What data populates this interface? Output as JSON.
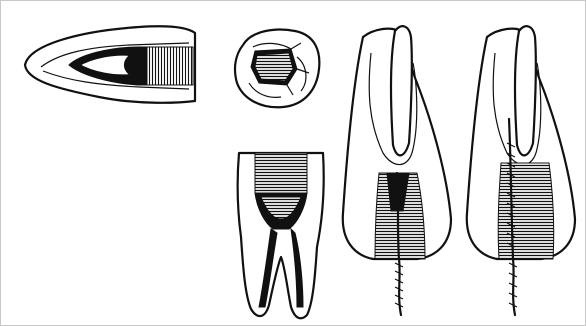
{
  "figure": {
    "panels": [
      {
        "id": "longitudinal-section",
        "icon": "tooth-longitudinal-section-icon"
      },
      {
        "id": "occlusal-view",
        "icon": "tooth-occlusal-access-icon"
      },
      {
        "id": "molar-section",
        "icon": "molar-cross-section-icon"
      },
      {
        "id": "incisor-file-partial",
        "icon": "incisor-file-partial-icon"
      },
      {
        "id": "incisor-file-full",
        "icon": "incisor-file-full-icon"
      }
    ],
    "colors": {
      "ink": "#111111",
      "background": "#ffffff",
      "frame": "#c8c8c8"
    }
  }
}
